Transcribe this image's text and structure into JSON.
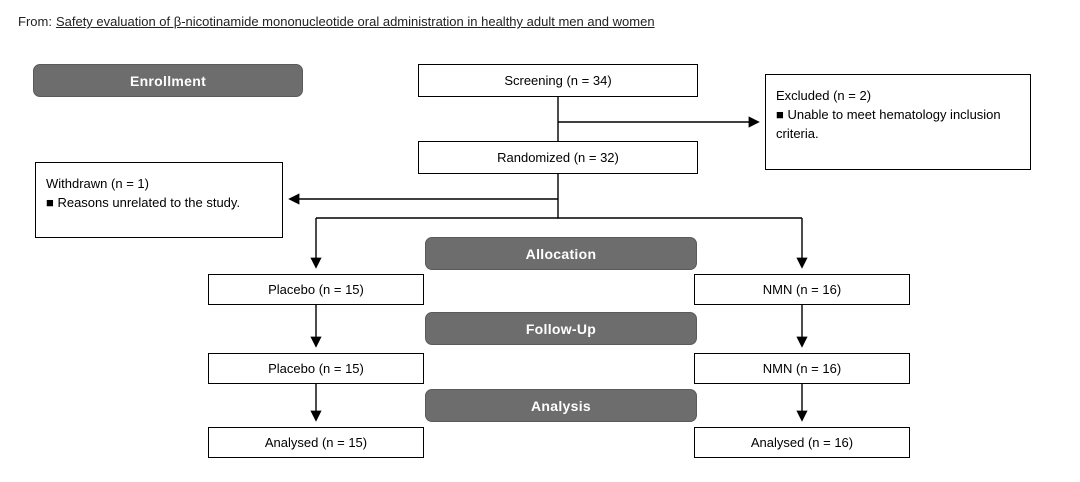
{
  "source_line": {
    "prefix": "From:",
    "link": "Safety evaluation of β-nicotinamide mononucleotide oral administration in healthy adult men and women"
  },
  "colors": {
    "stage_bg": "#6d6d6d",
    "stage_text": "#ffffff",
    "box_bg": "#ffffff",
    "box_border": "#000000",
    "line": "#000000",
    "link_text": "#222222"
  },
  "stages": {
    "enrollment": "Enrollment",
    "allocation": "Allocation",
    "followup": "Follow-Up",
    "analysis": "Analysis"
  },
  "boxes": {
    "screening": "Screening (n = 34)",
    "randomized": "Randomized (n = 32)",
    "excluded_title": "Excluded  (n = 2)",
    "excluded_reason": "■ Unable to meet hematology inclusion criteria.",
    "withdrawn_title": "Withdrawn (n = 1)",
    "withdrawn_reason": "■ Reasons unrelated to the study.",
    "placebo_allocation": "Placebo (n = 15)",
    "nmn_allocation": "NMN (n = 16)",
    "placebo_followup": "Placebo (n = 15)",
    "nmn_followup": "NMN (n = 16)",
    "analysed_placebo": "Analysed (n = 15)",
    "analysed_nmn": "Analysed (n = 16)"
  }
}
